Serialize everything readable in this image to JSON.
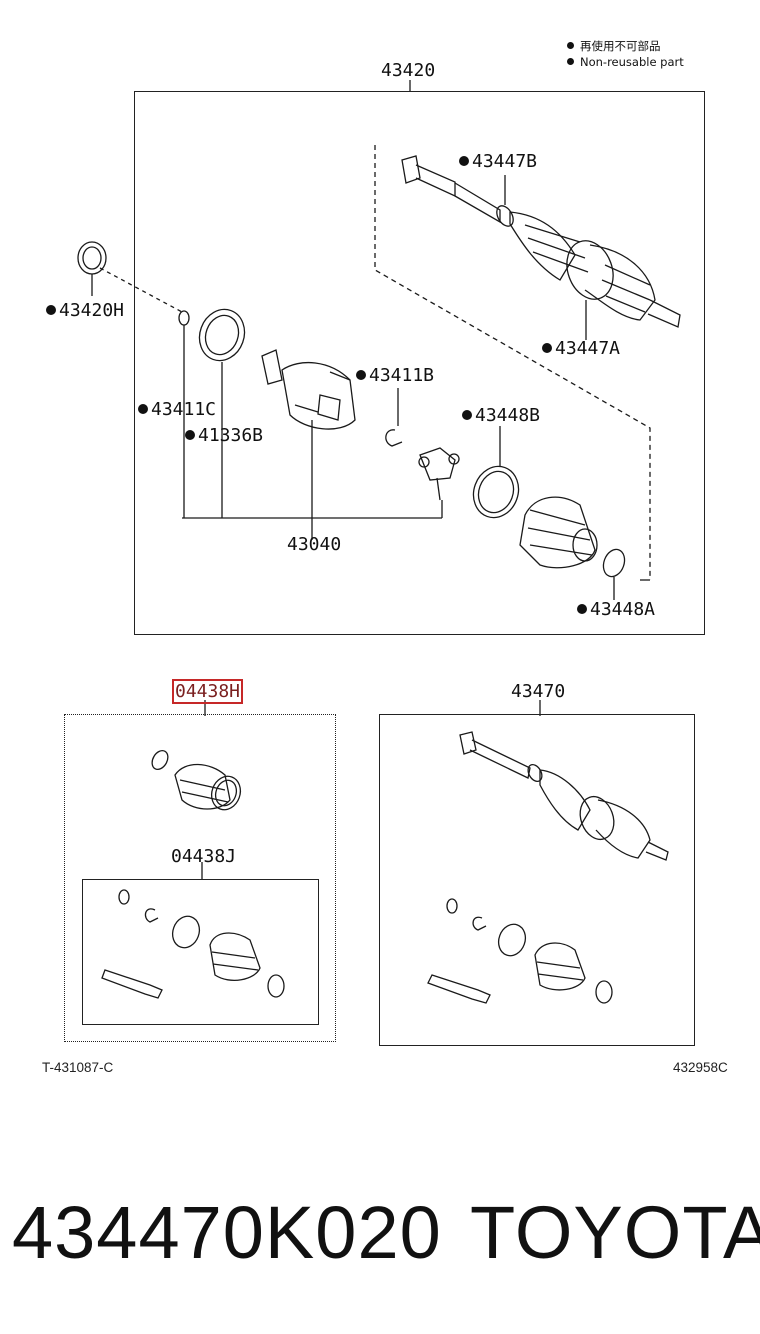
{
  "legend": {
    "line1": "再使用不可部品",
    "line2": "Non-reusable part"
  },
  "labels": {
    "assembly": "43420",
    "p43447B": "43447B",
    "p43420H": "43420H",
    "p43447A": "43447A",
    "p43411B": "43411B",
    "p43411C": "43411C",
    "p41336B": "41336B",
    "p43448B": "43448B",
    "p43040": "43040",
    "p43448A": "43448A",
    "kit_outer": "04438H",
    "kit_inner": "04438J",
    "shaft_assy": "43470"
  },
  "highlight_color": "#c62828",
  "refs": {
    "left": "T-431087-C",
    "right": "432958C"
  },
  "footer": {
    "part_number": "434470K020",
    "brand": "TOYOTA"
  }
}
